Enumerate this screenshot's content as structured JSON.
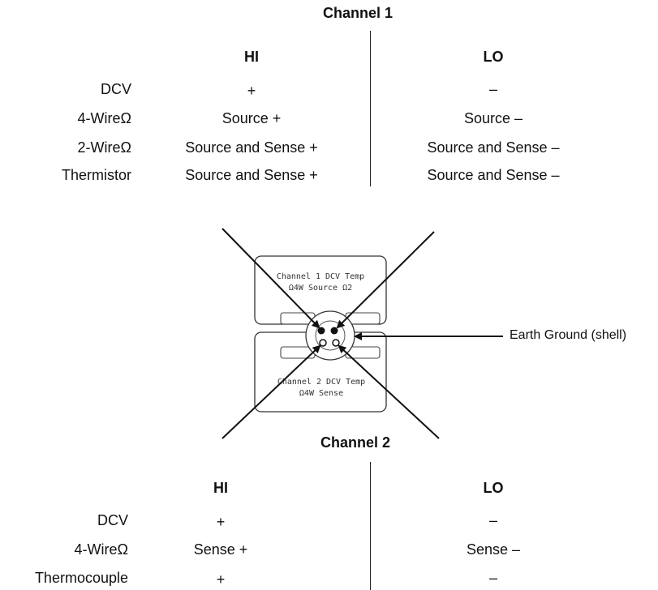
{
  "channel1": {
    "title": "Channel 1",
    "hi_header": "HI",
    "lo_header": "LO",
    "rows": [
      {
        "label": "DCV",
        "hi": "+",
        "lo": "–"
      },
      {
        "label": "4-WireΩ",
        "hi": "Source +",
        "lo": "Source –"
      },
      {
        "label": "2-WireΩ",
        "hi": "Source and Sense +",
        "lo": "Source and Sense –"
      },
      {
        "label": "Thermistor",
        "hi": "Source and Sense +",
        "lo": "Source and Sense –"
      }
    ]
  },
  "connector": {
    "top_line1": "Channel 1 DCV Temp",
    "top_line2": "Ω4W Source Ω2",
    "bottom_line1": "Channel 2 DCV Temp",
    "bottom_line2": "Ω4W Sense"
  },
  "earth_ground_label": "Earth Ground (shell)",
  "channel2": {
    "title": "Channel 2",
    "hi_header": "HI",
    "lo_header": "LO",
    "rows": [
      {
        "label": "DCV",
        "hi": "+",
        "lo": "–"
      },
      {
        "label": "4-WireΩ",
        "hi": "Sense +",
        "lo": "Sense –"
      },
      {
        "label": "Thermocouple",
        "hi": "+",
        "lo": "–"
      }
    ]
  }
}
